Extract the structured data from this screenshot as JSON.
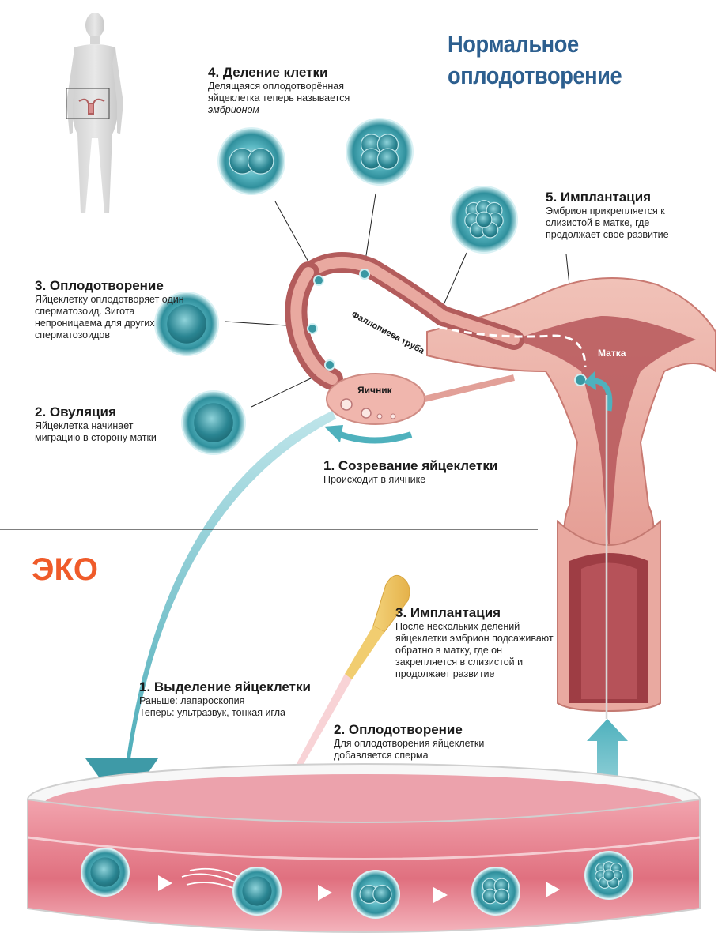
{
  "titles": {
    "normal": "Нормальное оплодотворение",
    "eco": "ЭКО"
  },
  "organs": {
    "ovary": "Яичник",
    "tube": "Фаллопиева труба",
    "uterus": "Матка"
  },
  "normal_steps": [
    {
      "title": "1. Созревание яйцеклетки",
      "desc": "Происходит в яичнике"
    },
    {
      "title": "2. Овуляция",
      "desc": "Яйцеклетка начинает миграцию в сторону матки"
    },
    {
      "title": "3. Оплодотворение",
      "desc": "Яйцеклетку оплодотворяет один сперматозоид. Зигота непроницаема для других сперматозоидов"
    },
    {
      "title": "4. Деление клетки",
      "desc": "Делящаяся оплодотворённая яйцеклетка теперь называется",
      "desc_italic": "эмбрионом"
    },
    {
      "title": "5. Имплантация",
      "desc": "Эмбрион прикрепляется к слизистой в матке, где продолжает своё развитие"
    }
  ],
  "eco_steps": [
    {
      "title": "1. Выделение яйцеклетки",
      "desc_line1": "Раньше: лапароскопия",
      "desc_line2": "Теперь: ультразвук, тонкая игла"
    },
    {
      "title": "2. Оплодотворение",
      "desc": "Для оплодотворения яйцеклетки добавляется сперма"
    },
    {
      "title": "3. Имплантация",
      "desc": "После нескольких делений яйцеклетки эмбрион подсаживают обратно в матку, где он закрепляется в слизистой и продолжает развитие"
    }
  ],
  "colors": {
    "title_blue": "#2d5f8f",
    "eco_orange": "#ef5b2a",
    "tissue": "#e9a9a0",
    "tissue_dark": "#b85b5a",
    "cell": "#3aa3ae",
    "arrow": "#4fb1bd",
    "dish": "#e0707f"
  }
}
